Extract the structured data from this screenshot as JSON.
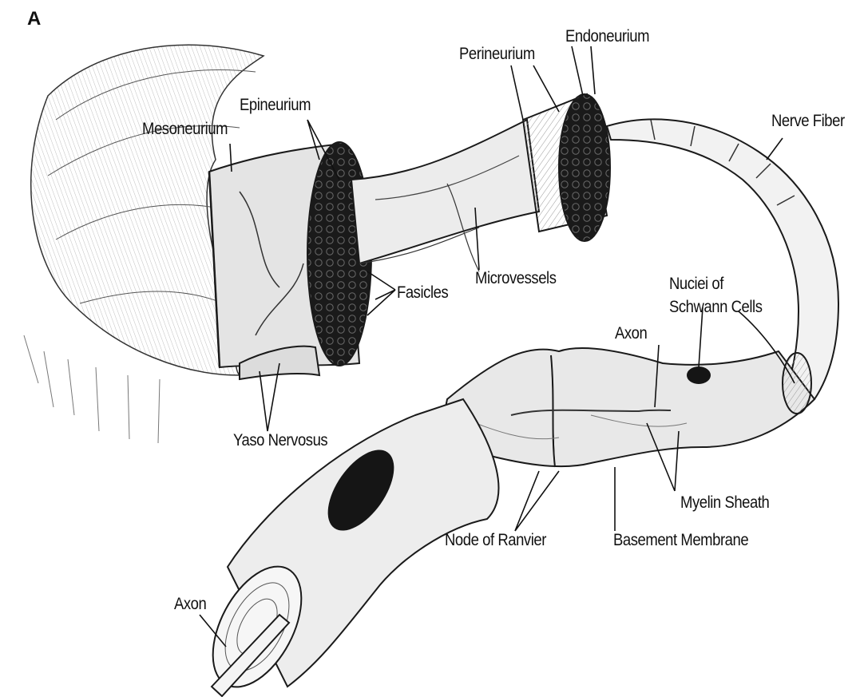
{
  "figure": {
    "panel_letter": "A",
    "labels": {
      "perineurium": "Perineurium",
      "endoneurium": "Endoneurium",
      "epineurium": "Epineurium",
      "mesoneurium": "Mesoneurium",
      "nerve_fiber": "Nerve Fiber",
      "microvessels": "Microvessels",
      "fasicles": "Fasicles",
      "nuclei_schwann_line1": "Nuciei of",
      "nuclei_schwann_line2": "Schwann Cells",
      "axon_upper": "Axon",
      "yaso_nervosus": "Yaso Nervosus",
      "myelin_sheath": "Myelin Sheath",
      "node_of_ranvier": "Node of Ranvier",
      "basement_membrane": "Basement Membrane",
      "axon_lower": "Axon"
    }
  },
  "colors": {
    "ink": "#111111",
    "tissue_fill": "#e6e6e6",
    "cross_section": "#1c1c1c",
    "fiber_fill": "#f2f2f2",
    "nucleus": "#151515"
  }
}
